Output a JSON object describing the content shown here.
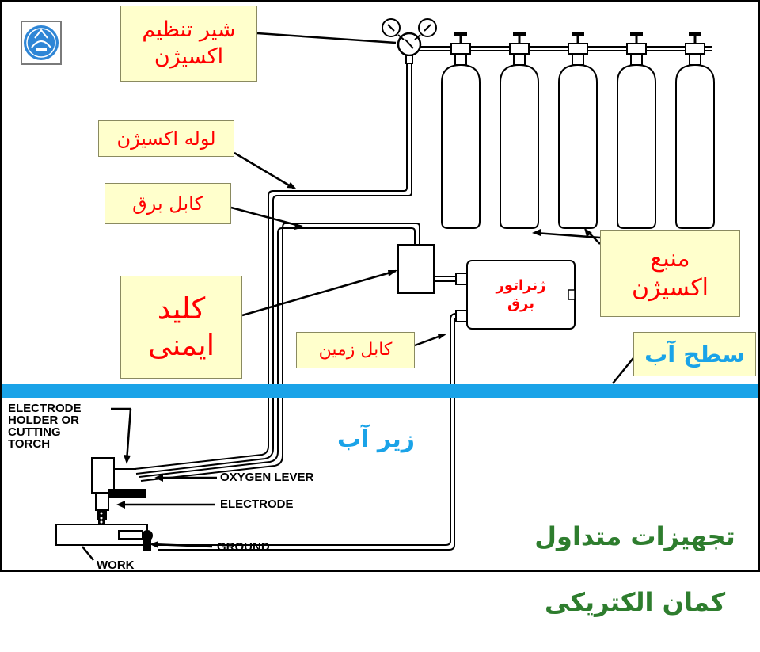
{
  "colors": {
    "note_background": "#ffffcc",
    "note_text": "#ff0000",
    "water_line": "#1aa3e8",
    "water_text": "#1aa3e8",
    "title_text": "#2e7d2e",
    "line": "#000000"
  },
  "icons": {
    "logo": "university-seal-icon"
  },
  "labels": {
    "oxygen_valve": "شیر تنظیم\nاکسیژن",
    "oxygen_hose": "لوله اکسیژن",
    "power_cable": "کابل برق",
    "safety_switch": "کلید\nایمنی",
    "ground_cable": "کابل زمین",
    "oxygen_source": "منبع\nاکسیژن",
    "water_surface": "سطح آب",
    "generator": "ژنراتور\nبرق",
    "underwater": "زیر آب"
  },
  "english_labels": {
    "electrode_holder": "ELECTRODE\nHOLDER OR\nCUTTING\nTORCH",
    "oxygen_lever": "OXYGEN LEVER",
    "electrode": "ELECTRODE",
    "ground": "GROUND",
    "work": "WORK"
  },
  "title": {
    "line1": "تجهیزات متداول",
    "line2": "کمان الکتریکی"
  },
  "cylinders": {
    "count": 5
  }
}
